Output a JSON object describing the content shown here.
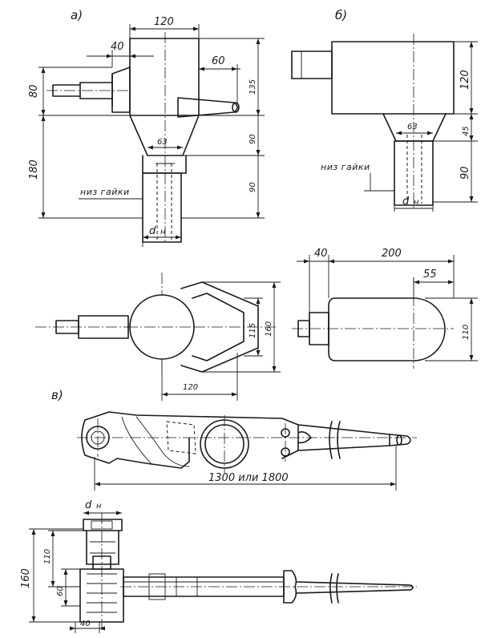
{
  "views": {
    "a": {
      "tag": "а)",
      "dims": {
        "top_width": "120",
        "left_offset": "40",
        "right_offset": "60",
        "left_height": "80",
        "left_total": "180",
        "neck_width": "63",
        "right_upper": "135",
        "right_mid": "90",
        "right_lower": "90"
      },
      "nut_note": "низ гайки",
      "shank_d": "d",
      "shank_sub": "н",
      "plan_dims": {
        "jaw_width": "120",
        "inner": "115",
        "outer": "160"
      }
    },
    "b": {
      "tag": "б)",
      "dims": {
        "body_height": "120",
        "neck_height": "45",
        "shank_height": "90",
        "neck_width": "63"
      },
      "nut_note": "низ гайки",
      "shank_d": "d",
      "shank_sub": "н",
      "plan_dims": {
        "collar": "40",
        "body_length": "200",
        "nose": "55",
        "height": "110"
      }
    },
    "c": {
      "tag": "в)",
      "dims": {
        "length": "1300 или 1800"
      },
      "side_dims": {
        "d": "d",
        "d_sub": "н",
        "total": "160",
        "upper": "110",
        "lower": "60",
        "width": "40"
      }
    }
  }
}
